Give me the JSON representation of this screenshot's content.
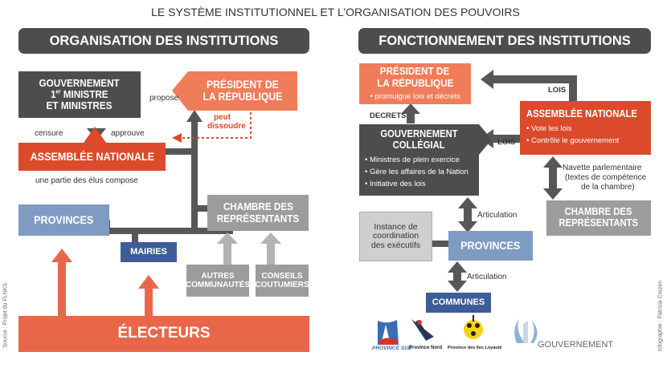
{
  "top_title": "LE SYSTÈME INSTITUTIONNEL ET L’ORGANISATION DES POUVOIRS",
  "colors": {
    "dark": "#4d4d4f",
    "orange": "#ef7d5a",
    "red": "#db4a2b",
    "blue": "#7f9bc3",
    "navy": "#3d5d97",
    "gray": "#9c9c9c",
    "light_gray": "#cfcfcf",
    "arrow_dark": "#575757",
    "arrow_light": "#b3b3b3"
  },
  "left": {
    "heading": "ORGANISATION DES INSTITUTIONS",
    "gouvernement": {
      "line1": "GOUVERNEMENT",
      "line2_sup": "er",
      "line2_pre": "1",
      "line2_post": " MINISTRE",
      "line3": "ET MINISTRES"
    },
    "president": {
      "line1": "PRÉSIDENT DE",
      "line2": "LA RÉPUBLIQUE"
    },
    "assemblee": "ASSEMBLÉE NATIONALE",
    "provinces": "PROVINCES",
    "mairies": "MAIRIES",
    "chambre": {
      "line1": "CHAMBRE DES",
      "line2": "REPRÉSENTANTS"
    },
    "autres": {
      "line1": "AUTRES",
      "line2": "COMMUNAUTÉS"
    },
    "conseils": {
      "line1": "CONSEILS",
      "line2": "COUTUMIERS"
    },
    "electeurs": "ÉLECTEURS",
    "labels": {
      "propose": "propose",
      "censure": "censure",
      "approuve": "approuve",
      "peut_dissoudre_1": "peut",
      "peut_dissoudre_2": "dissoudre",
      "une_partie": "une partie des élus compose"
    }
  },
  "right": {
    "heading": "FONCTIONNEMENT DES INSTITUTIONS",
    "president": {
      "line1": "PRÉSIDENT DE",
      "line2": "LA RÉPUBLIQUE",
      "bullet": "promulgue lois et décrets"
    },
    "assemblee": {
      "title": "ASSEMBLÉE NATIONALE",
      "bullets": [
        "Vote les lois",
        "Contrôle le gouvernement"
      ]
    },
    "gouvernement": {
      "line1": "GOUVERNEMENT",
      "line2": "COLLÉGIAL",
      "bullets": [
        "Ministres de plein exercice",
        "Gère les affaires de la Nation",
        "Initiative des lois"
      ]
    },
    "instance": {
      "line1": "Instance de",
      "line2": "coordination",
      "line3": "des exécutifs"
    },
    "provinces": "PROVINCES",
    "communes": "COMMUNES",
    "chambre": {
      "line1": "CHAMBRE DES",
      "line2": "REPRÉSENTANTS"
    },
    "labels": {
      "lois_top": "LOIS",
      "lois_mid": "LOIS",
      "decrets": "DECRETS",
      "navette_1": "Navette parlementaire",
      "navette_2": "(textes de compétence",
      "navette_3": "de la chambre)",
      "articulation_1": "Articulation",
      "articulation_2": "Articulation"
    },
    "logos": {
      "province_sud": "PROVINCE SUD",
      "province_nord": "Province Nord",
      "province_iles": "Province des îles Loyauté",
      "gouvernement": "GOUVERNEMENT"
    }
  },
  "side_left": "Source : Projet du FLNKS",
  "side_right": "Infographie : Patricia Crezen"
}
